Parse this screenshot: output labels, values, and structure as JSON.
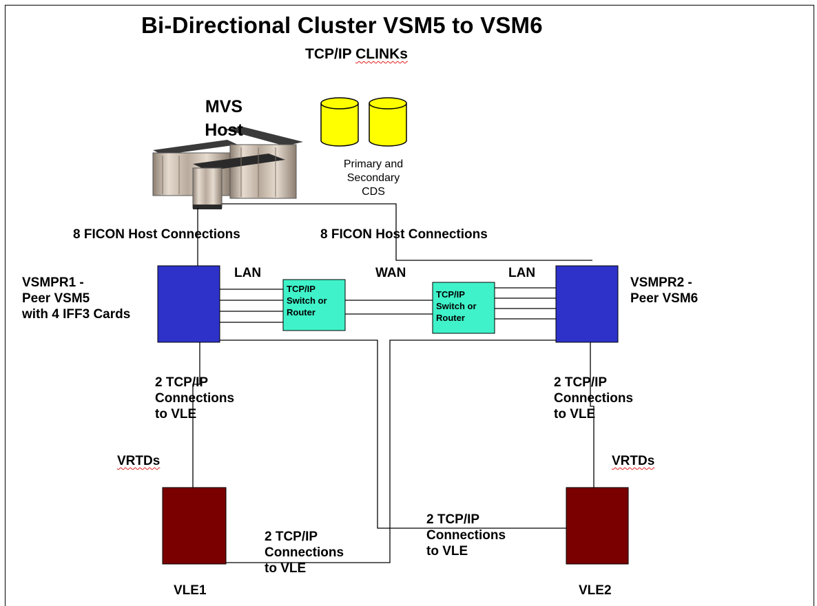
{
  "title": "Bi-Directional Cluster VSM5 to VSM6",
  "subtitle_prefix": "TCP/IP ",
  "subtitle_squiggle": "CLINKs",
  "host": {
    "line1": "MVS",
    "line2": "Host"
  },
  "cds": {
    "line1": "Primary and",
    "line2": "Secondary",
    "line3": "CDS"
  },
  "ficon_left": "8 FICON Host Connections",
  "ficon_right": "8 FICON Host Connections",
  "network": {
    "lan_left": "LAN",
    "wan": "WAN",
    "lan_right": "LAN"
  },
  "switch_left": {
    "line1": "TCP/IP",
    "line2": "Switch or",
    "line3": "Router"
  },
  "switch_right": {
    "line1": "TCP/IP",
    "line2": "Switch or",
    "line3": "Router"
  },
  "vsm_left": {
    "line1": "VSMPR1 -",
    "line2": "Peer VSM5",
    "line3": "with 4 IFF3 Cards"
  },
  "vsm_right": {
    "line1": "VSMPR2 -",
    "line2": "Peer VSM6"
  },
  "conn_left": {
    "line1": "2 TCP/IP",
    "line2": "Connections",
    "line3": "to VLE"
  },
  "conn_right": {
    "line1": "2 TCP/IP",
    "line2": "Connections",
    "line3": "to VLE"
  },
  "conn_bottom_left": {
    "line1": "2 TCP/IP",
    "line2": "Connections",
    "line3": "to VLE"
  },
  "conn_bottom_center": {
    "line1": "2 TCP/IP",
    "line2": "Connections",
    "line3": "to VLE"
  },
  "vrtds_left": "VRTDs",
  "vrtds_right": "VRTDs",
  "vle_left": "VLE1",
  "vle_right": "VLE2",
  "colors": {
    "vsm_box": "#2e32c8",
    "switch_box": "#3ff2c9",
    "vle_box": "#7a0000",
    "cds_cylinder": "#ffff00",
    "host": "#c9bcae",
    "squiggle": "#e31b1b"
  }
}
